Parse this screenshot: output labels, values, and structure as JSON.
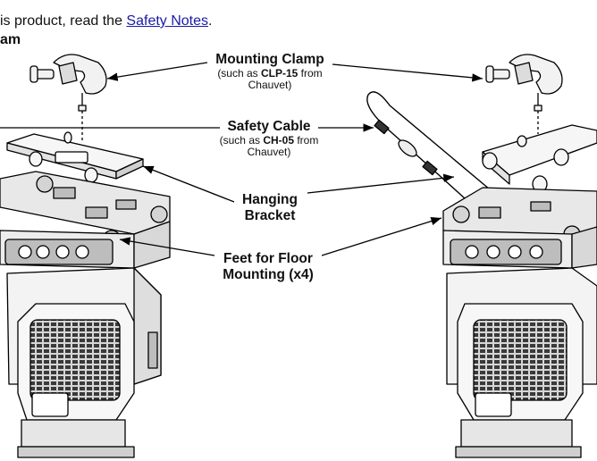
{
  "intro": {
    "text_before": "is product, read the ",
    "link_text": "Safety Notes",
    "text_after": "."
  },
  "diagram_heading": "am",
  "callouts": {
    "mounting_clamp": {
      "title": "Mounting Clamp",
      "sub_prefix": "(such as ",
      "sub_model": "CLP-15",
      "sub_suffix": " from",
      "sub_line2": "Chauvet)"
    },
    "safety_cable": {
      "title": "Safety Cable",
      "sub_prefix": "(such as ",
      "sub_model": "CH-05",
      "sub_suffix": " from",
      "sub_line2": "Chauvet)"
    },
    "hanging_bracket": {
      "line1": "Hanging",
      "line2": "Bracket"
    },
    "feet": {
      "line1": "Feet for Floor",
      "line2": "Mounting (x4)"
    }
  },
  "colors": {
    "link": "#1a1aa6",
    "line": "#000000",
    "fixture_body": "#f4f4f4",
    "fixture_dark": "#bdbdbd"
  }
}
